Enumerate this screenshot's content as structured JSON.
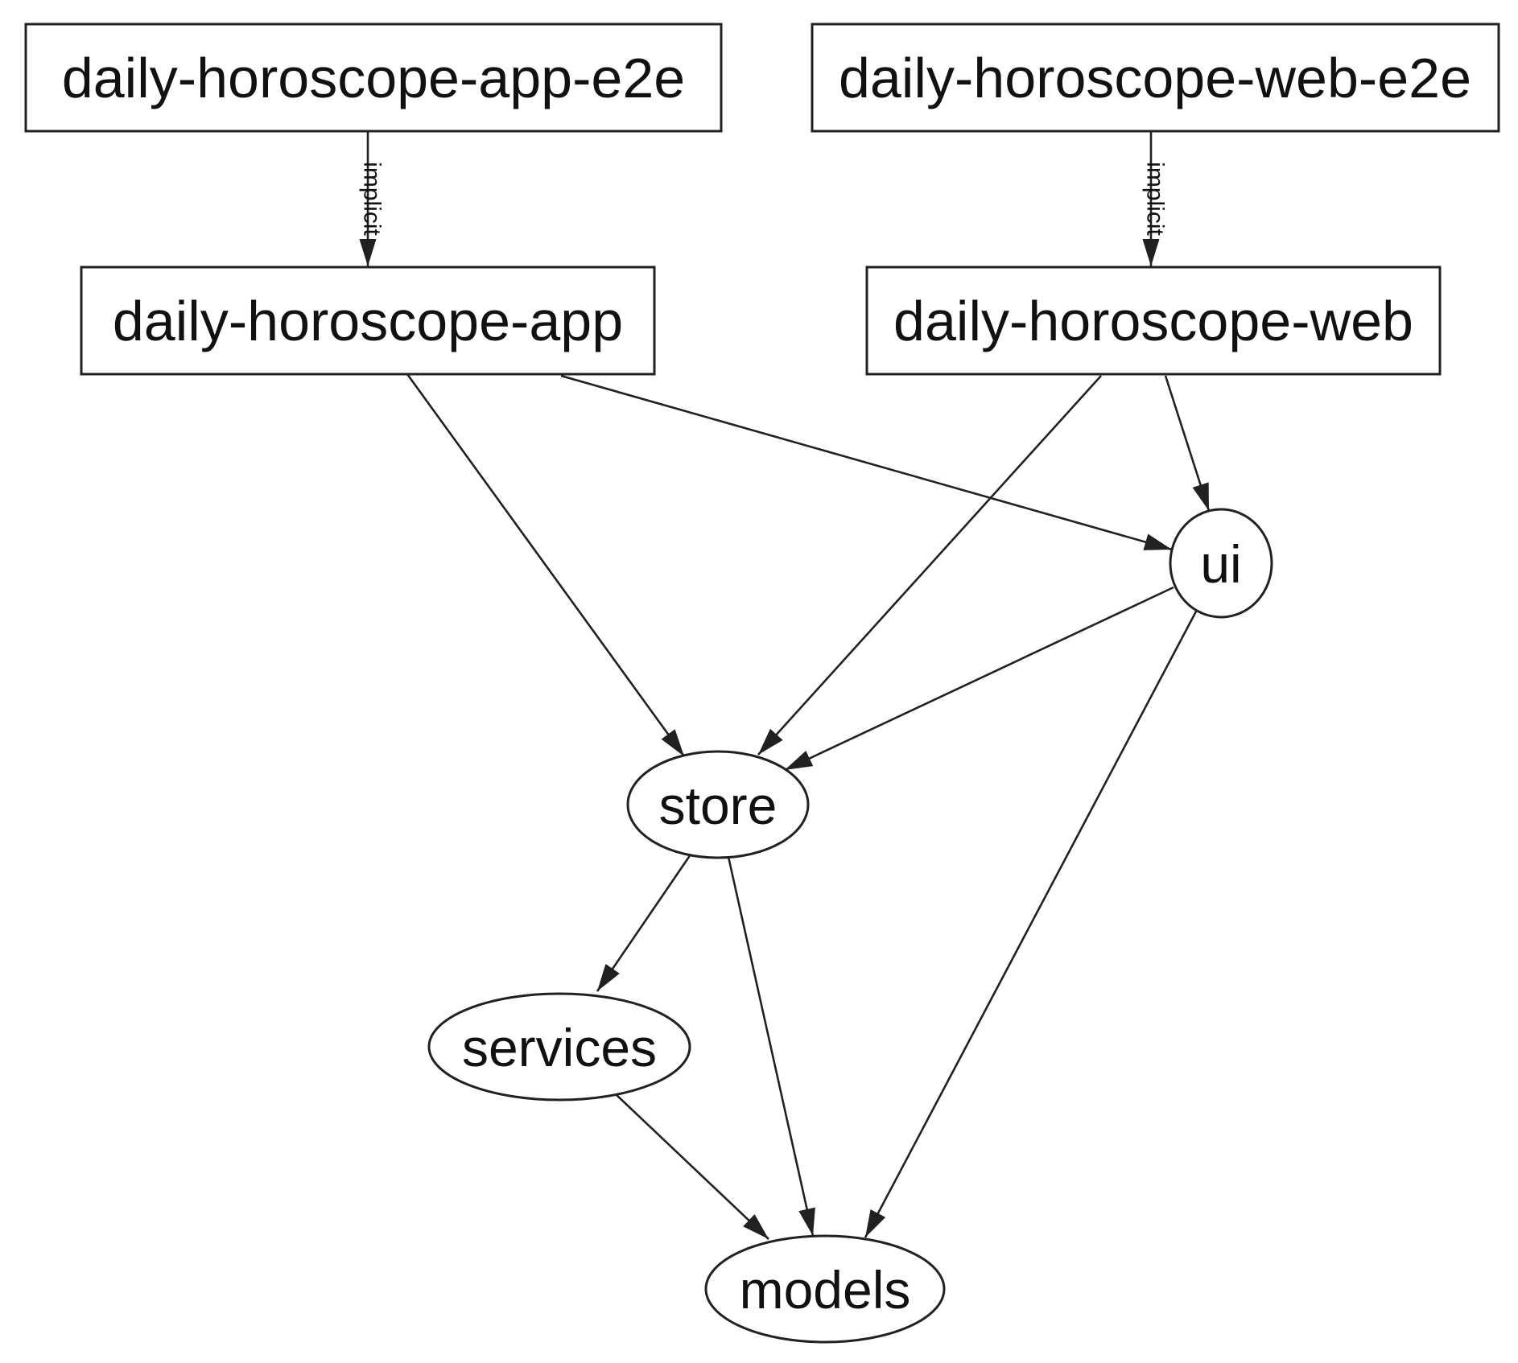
{
  "diagram": {
    "background_color": "#ffffff",
    "node_fill_color": "#ffffff",
    "stroke_color": "#212121",
    "nodes": {
      "app_e2e": {
        "label": "daily-horoscope-app-e2e",
        "shape": "box"
      },
      "web_e2e": {
        "label": "daily-horoscope-web-e2e",
        "shape": "box"
      },
      "app": {
        "label": "daily-horoscope-app",
        "shape": "box"
      },
      "web": {
        "label": "daily-horoscope-web",
        "shape": "box"
      },
      "ui": {
        "label": "ui",
        "shape": "ellipse"
      },
      "store": {
        "label": "store",
        "shape": "ellipse"
      },
      "services": {
        "label": "services",
        "shape": "ellipse"
      },
      "models": {
        "label": "models",
        "shape": "ellipse"
      }
    },
    "edges": [
      {
        "from": "daily-horoscope-app-e2e",
        "to": "daily-horoscope-app",
        "label": "implicit"
      },
      {
        "from": "daily-horoscope-web-e2e",
        "to": "daily-horoscope-web",
        "label": "implicit"
      },
      {
        "from": "daily-horoscope-app",
        "to": "store"
      },
      {
        "from": "daily-horoscope-app",
        "to": "ui"
      },
      {
        "from": "daily-horoscope-web",
        "to": "store"
      },
      {
        "from": "daily-horoscope-web",
        "to": "ui"
      },
      {
        "from": "ui",
        "to": "store"
      },
      {
        "from": "ui",
        "to": "models"
      },
      {
        "from": "store",
        "to": "services"
      },
      {
        "from": "store",
        "to": "models"
      },
      {
        "from": "services",
        "to": "models"
      }
    ]
  }
}
